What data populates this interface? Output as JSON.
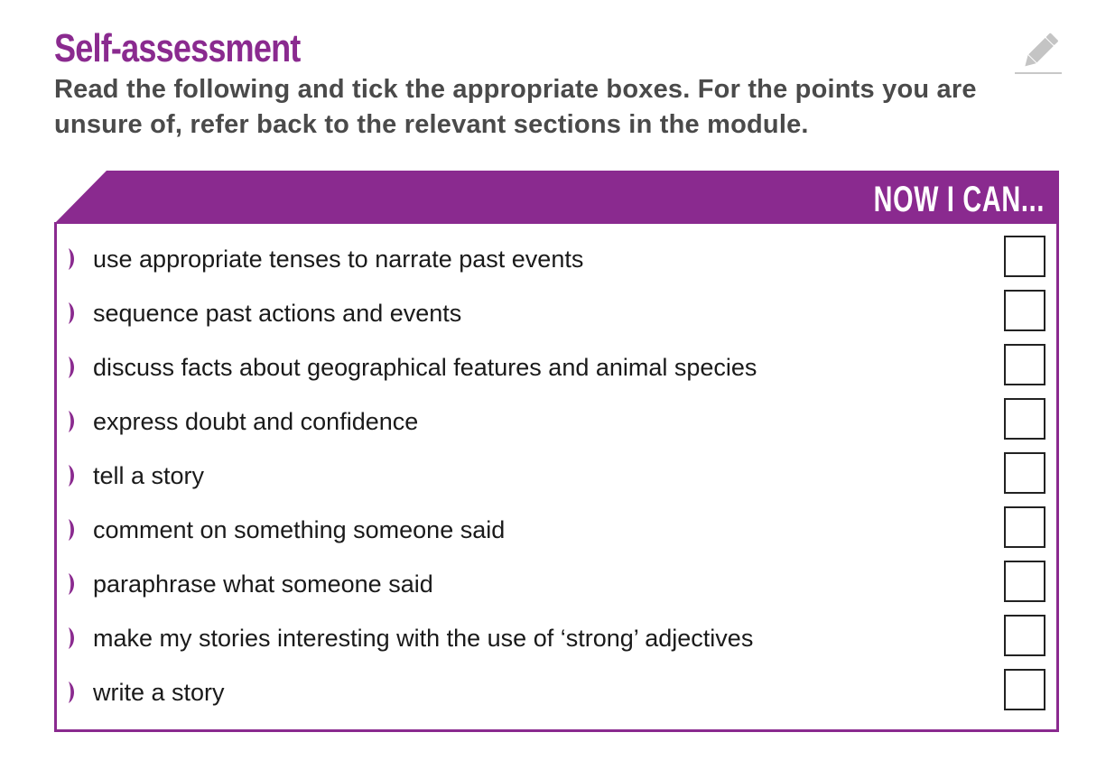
{
  "title": "Self-assessment",
  "instructions": "Read the following and tick the appropriate boxes. For the points you are unsure of, refer back to the relevant sections in the module.",
  "header_label": "now I can...",
  "colors": {
    "accent": "#8a2a8f",
    "instruction_text": "#4a4a4a",
    "body_text": "#1a1a1a"
  },
  "icons": {
    "top_right": "pencil-icon",
    "bullet": "bullet-icon"
  },
  "items": [
    {
      "text": "use appropriate tenses to narrate past events",
      "checked": false
    },
    {
      "text": "sequence past actions and events",
      "checked": false
    },
    {
      "text": "discuss facts about geographical features and animal species",
      "checked": false
    },
    {
      "text": "express doubt and confidence",
      "checked": false
    },
    {
      "text": "tell a story",
      "checked": false
    },
    {
      "text": "comment on something someone said",
      "checked": false
    },
    {
      "text": "paraphrase what someone said",
      "checked": false
    },
    {
      "text": "make my stories interesting with the use of ‘strong’ adjectives",
      "checked": false
    },
    {
      "text": "write a story",
      "checked": false
    }
  ]
}
